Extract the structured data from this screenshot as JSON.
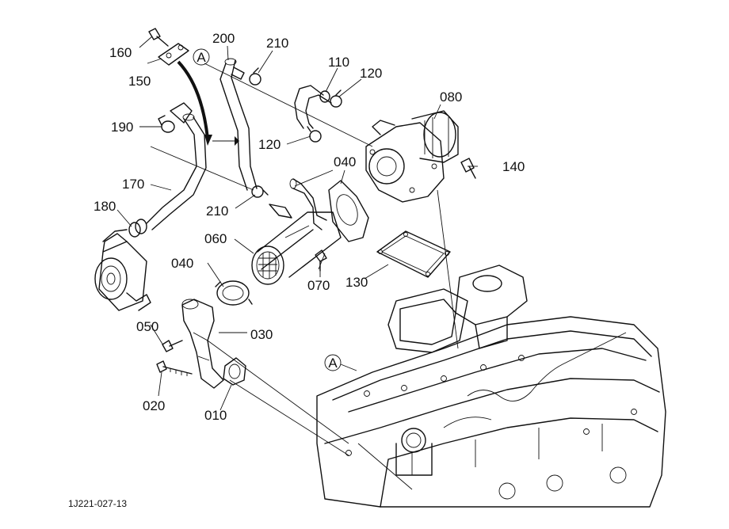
{
  "diagram": {
    "drawing_code": "1J221-027-13",
    "reference_marker": "A",
    "part_labels": [
      {
        "id": "p160",
        "text": "160"
      },
      {
        "id": "p150",
        "text": "150"
      },
      {
        "id": "p200",
        "text": "200"
      },
      {
        "id": "p210a",
        "text": "210"
      },
      {
        "id": "p110",
        "text": "110"
      },
      {
        "id": "p120a",
        "text": "120"
      },
      {
        "id": "p080",
        "text": "080"
      },
      {
        "id": "p190",
        "text": "190"
      },
      {
        "id": "p120b",
        "text": "120"
      },
      {
        "id": "p040a",
        "text": "040"
      },
      {
        "id": "p140",
        "text": "140"
      },
      {
        "id": "p170",
        "text": "170"
      },
      {
        "id": "p180",
        "text": "180"
      },
      {
        "id": "p210b",
        "text": "210"
      },
      {
        "id": "p060",
        "text": "060"
      },
      {
        "id": "p040b",
        "text": "040"
      },
      {
        "id": "p130",
        "text": "130"
      },
      {
        "id": "p070",
        "text": "070"
      },
      {
        "id": "p050",
        "text": "050"
      },
      {
        "id": "p030",
        "text": "030"
      },
      {
        "id": "p020",
        "text": "020"
      },
      {
        "id": "p010",
        "text": "010"
      }
    ]
  }
}
